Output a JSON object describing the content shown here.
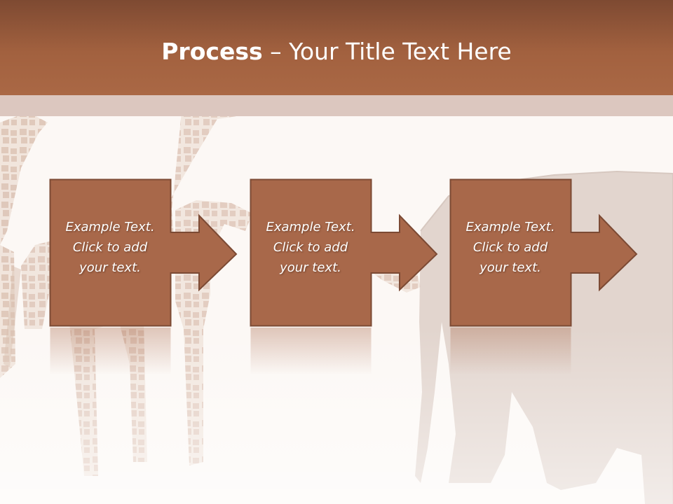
{
  "slide": {
    "title_bold": "Process",
    "title_rest": " – Your Title Text Here"
  },
  "colors": {
    "header_dark": "#7e4a32",
    "header_light": "#aa6845",
    "band": "#dcc7bf",
    "box_fill": "#a8684a",
    "box_stroke": "#7c4a34",
    "background": "#fcf8f5"
  },
  "steps": [
    {
      "line1": "Example Text.",
      "line2": "Click  to add",
      "line3": "your text."
    },
    {
      "line1": "Example Text.",
      "line2": "Click  to add",
      "line3": "your text."
    },
    {
      "line1": "Example Text.",
      "line2": "Click  to add",
      "line3": "your text."
    }
  ]
}
